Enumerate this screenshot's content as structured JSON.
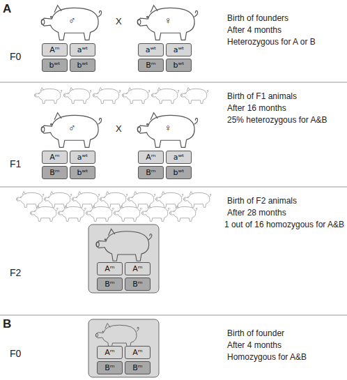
{
  "diagram": {
    "nodes": [
      {
        "text": [
          "Aᵐ"
        ]
      },
      {
        "text": [
          "aʷᵗ"
        ]
      },
      {
        "text": [
          "bʷᵗ"
        ]
      },
      {
        "text": [
          "bʷᵗ"
        ]
      },
      {
        "text": [
          "aʷᵗ"
        ]
      },
      {
        "text": [
          "aʷᵗ"
        ]
      },
      {
        "text": [
          "Bᵐ"
        ]
      },
      {
        "text": [
          "bʷᵗ"
        ]
      },
      {
        "text": [
          "Aᵐ"
        ]
      },
      {
        "text": [
          "aʷᵗ"
        ]
      },
      {
        "text": [
          "Bᵐ"
        ]
      },
      {
        "text": [
          "bʷᵗ"
        ]
      },
      {
        "text": [
          "Aᵐ"
        ]
      },
      {
        "text": [
          "aʷᵗ"
        ]
      },
      {
        "text": [
          "Bᵐ"
        ]
      },
      {
        "text": [
          "bʷᵗ"
        ]
      },
      {
        "text": [
          "Aᵐ"
        ]
      },
      {
        "text": [
          "Aᵐ"
        ]
      },
      {
        "text": [
          "Bᵐ"
        ]
      },
      {
        "text": [
          "Bᵐ"
        ]
      },
      {
        "text": [
          "Aᵐ"
        ]
      },
      {
        "text": [
          "Aᵐ"
        ]
      },
      {
        "text": [
          "Bᵐ"
        ]
      },
      {
        "text": [
          "Bᵐ"
        ]
      }
    ],
    "labels": [
      "A",
      "F0",
      "♂",
      "X",
      "♀",
      "Birth of founders",
      "After 4 months",
      "Heterozygous for A or B",
      "F1",
      "♂",
      "X",
      "♀",
      "Birth of F1 animals",
      "After 16 months",
      "25% heterozygous for A&B",
      "F2",
      "Birth of F2 animals",
      "After 28 months",
      "1 out of 16 homozygous for A&B",
      "B",
      "F0",
      "Birth of founder",
      "After 4 months",
      "Homozygous for A&B"
    ]
  }
}
